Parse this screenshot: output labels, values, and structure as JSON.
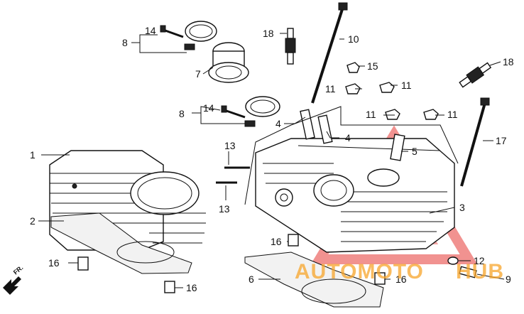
{
  "labels": {
    "l1": "1",
    "l2": "2",
    "l3": "3",
    "l4a": "4",
    "l4b": "4",
    "l5": "5",
    "l6": "6",
    "l7": "7",
    "l8a": "8",
    "l8b": "8",
    "l9": "9",
    "l10": "10",
    "l11a": "11",
    "l11b": "11",
    "l11c": "11",
    "l11d": "11",
    "l12": "12",
    "l13a": "13",
    "l13b": "13",
    "l14a": "14",
    "l14b": "14",
    "l15": "15",
    "l16a": "16",
    "l16b": "16",
    "l16c": "16",
    "l16d": "16",
    "l17": "17",
    "l18a": "18",
    "l18b": "18"
  },
  "direction": "FR.",
  "watermark": {
    "part1": "AUTOMOTO",
    "part2": "HUB",
    "color_red": "#e53935",
    "color_orange": "#f7a42a"
  }
}
